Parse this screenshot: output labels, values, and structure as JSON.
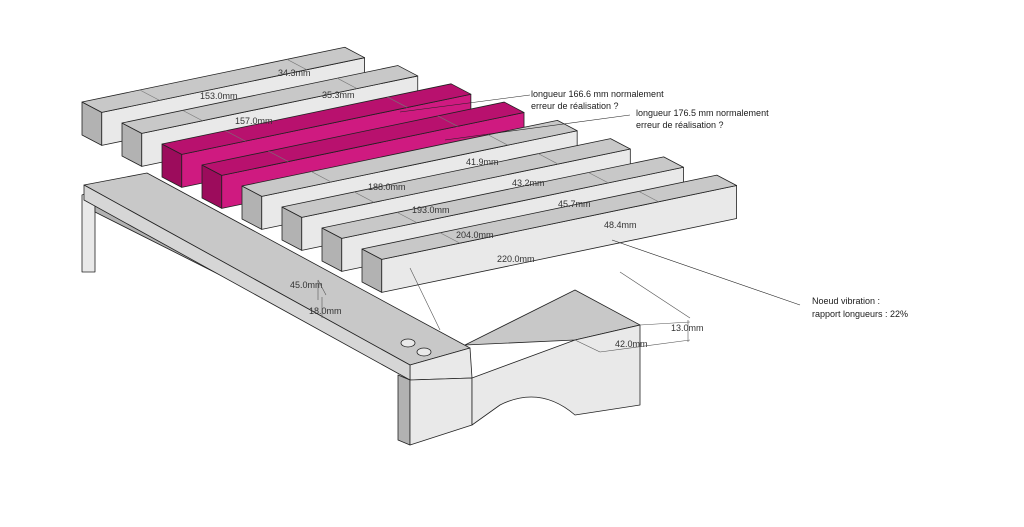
{
  "colors": {
    "top": "#c8c8c8",
    "front": "#e9e9e9",
    "side": "#b2b2b2",
    "highlight_top": "#b8116e",
    "highlight_front": "#cf1a80",
    "highlight_side": "#9c0c5c",
    "line": "#222222"
  },
  "bars": [
    {
      "length_label": "153.0mm",
      "width_label": "34.3mm",
      "highlight": false
    },
    {
      "length_label": "157.0mm",
      "width_label": "35.3mm",
      "highlight": false
    },
    {
      "length_label": "",
      "width_label": "",
      "highlight": true
    },
    {
      "length_label": "",
      "width_label": "",
      "highlight": true
    },
    {
      "length_label": "188.0mm",
      "width_label": "41.9mm",
      "highlight": false
    },
    {
      "length_label": "193.0mm",
      "width_label": "43.2mm",
      "highlight": false
    },
    {
      "length_label": "204.0mm",
      "width_label": "45.7mm",
      "highlight": false
    },
    {
      "length_label": "220.0mm",
      "width_label": "48.4mm",
      "highlight": false
    }
  ],
  "dimensions": {
    "bar_height": "45.0mm",
    "support_height": "18.0mm",
    "frame_width": "42.0mm",
    "frame_height": "13.0mm"
  },
  "annotations": {
    "note1_line1": "longueur 166.6 mm normalement",
    "note1_line2": "erreur de réalisation ?",
    "note2_line1": "longueur 176.5 mm normalement",
    "note2_line2": "erreur de réalisation ?",
    "node_line1": "Noeud vibration :",
    "node_line2": "rapport longueurs : 22%"
  }
}
